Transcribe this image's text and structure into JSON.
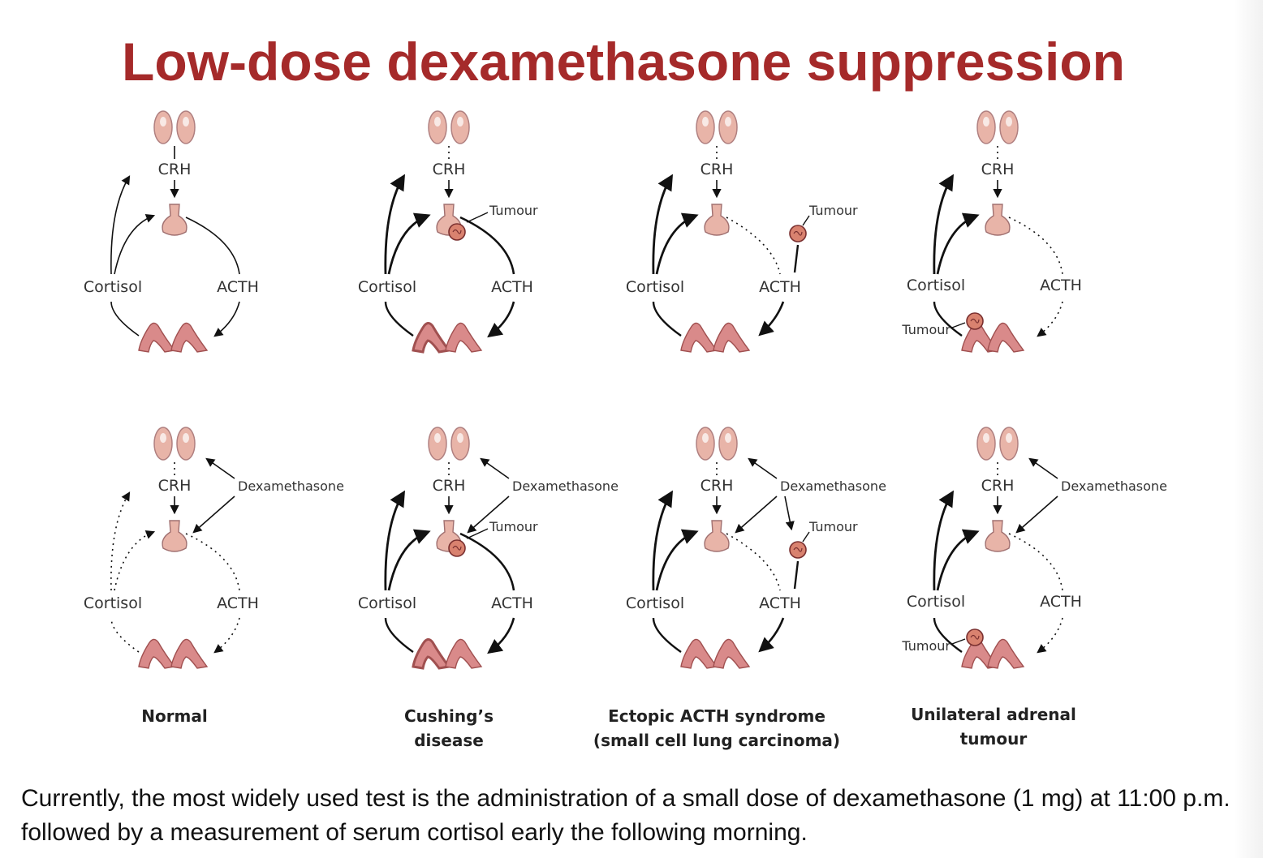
{
  "title": "Low-dose dexamethasone suppression",
  "labels": {
    "crh": "CRH",
    "cortisol": "Cortisol",
    "acth": "ACTH",
    "tumour": "Tumour",
    "dexamethasone": "Dexamethasone"
  },
  "captions": [
    {
      "line1": "Normal",
      "line2": ""
    },
    {
      "line1": "Cushing’s",
      "line2": "disease"
    },
    {
      "line1": "Ectopic ACTH syndrome",
      "line2": "(small cell lung carcinoma)"
    },
    {
      "line1": "Unilateral adrenal",
      "line2": "tumour"
    }
  ],
  "panels": [
    {
      "condition": "Normal",
      "dexamethasone": false,
      "tumour_site": "none"
    },
    {
      "condition": "Cushing’s disease",
      "dexamethasone": false,
      "tumour_site": "pituitary"
    },
    {
      "condition": "Ectopic ACTH syndrome",
      "dexamethasone": false,
      "tumour_site": "ectopic"
    },
    {
      "condition": "Unilateral adrenal tumour",
      "dexamethasone": false,
      "tumour_site": "adrenal"
    },
    {
      "condition": "Normal",
      "dexamethasone": true,
      "tumour_site": "none"
    },
    {
      "condition": "Cushing’s disease",
      "dexamethasone": true,
      "tumour_site": "pituitary"
    },
    {
      "condition": "Ectopic ACTH syndrome",
      "dexamethasone": true,
      "tumour_site": "ectopic"
    },
    {
      "condition": "Unilateral adrenal tumour",
      "dexamethasone": true,
      "tumour_site": "adrenal"
    }
  ],
  "body_text": "Currently, the most widely used test is the administration of a small dose of dexamethasone (1 mg) at 11:00 p.m. followed by a measurement of serum cortisol early the following morning.",
  "colors": {
    "title": "#a52a2a",
    "organ": "#e8b4a8",
    "tumour": "#d9826f",
    "adrenal": "#d98a8a"
  }
}
